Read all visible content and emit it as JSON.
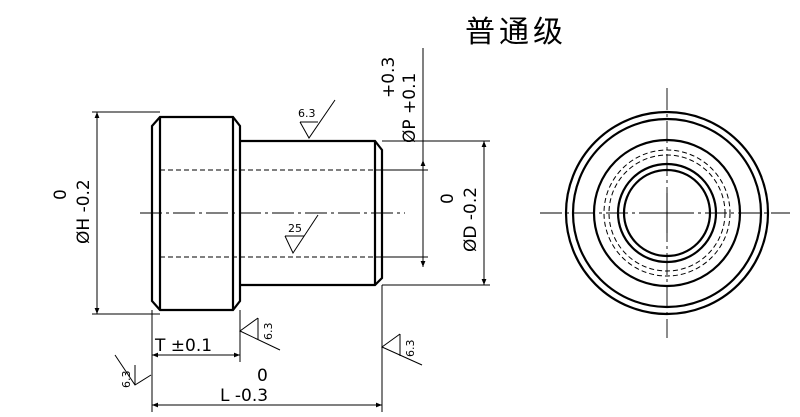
{
  "title": "普通级",
  "dimensions": {
    "h_label": "ØH -0.2",
    "h_tol_upper": "0",
    "d_label": "ØD -0.2",
    "d_tol_upper": "0",
    "p_label": "ØP +0.1",
    "p_tol_upper": "+0.3",
    "t_label": "T ±0.1",
    "l_label": "L -0.3",
    "l_tol_upper": "0"
  },
  "roughness": {
    "top": "6.3",
    "bore": "25",
    "flange_face": "6.3",
    "shaft_end": "6.3",
    "general": "6.3"
  }
}
